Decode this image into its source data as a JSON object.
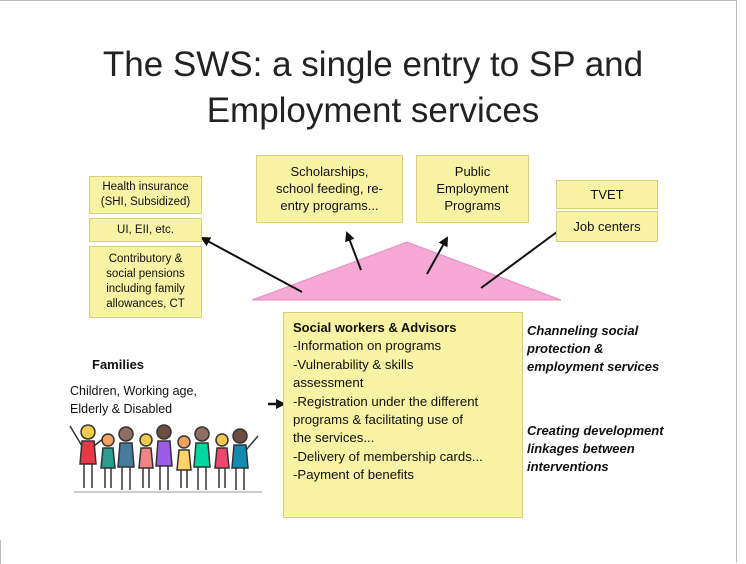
{
  "title": {
    "line1": "The SWS: a single entry to SP and",
    "line2": "Employment services"
  },
  "left_boxes": [
    {
      "lines": [
        "Health insurance",
        "(SHI, Subsidized)"
      ]
    },
    {
      "lines": [
        "UI, EII, etc."
      ]
    },
    {
      "lines": [
        "Contributory &",
        "social pensions",
        "including family",
        "allowances, CT"
      ]
    }
  ],
  "top_boxes": [
    {
      "lines": [
        "Scholarships,",
        "school feeding, re-",
        "entry programs..."
      ]
    },
    {
      "lines": [
        "Public",
        "Employment",
        "Programs"
      ]
    }
  ],
  "right_boxes": [
    {
      "lines": [
        "TVET"
      ]
    },
    {
      "lines": [
        "Job centers"
      ]
    }
  ],
  "center": {
    "heading": "Social workers & Advisors",
    "lines": [
      "-Information on programs",
      "-Vulnerability & skills",
      "assessment",
      "-Registration under the different",
      "programs & facilitating use of",
      "the services...",
      "-Delivery of membership cards...",
      "-Payment of benefits"
    ]
  },
  "families": {
    "title": "Families",
    "lines": [
      "Children, Working age,",
      "Elderly & Disabled"
    ]
  },
  "notes": [
    {
      "lines": [
        "Channeling social",
        "protection &",
        "employment services"
      ]
    },
    {
      "lines": [
        "Creating development",
        "linkages between",
        "interventions"
      ]
    }
  ],
  "colors": {
    "box_fill": "#f8f2a5",
    "roof_fill": "#f5a9d4",
    "arrow": "#111111"
  }
}
